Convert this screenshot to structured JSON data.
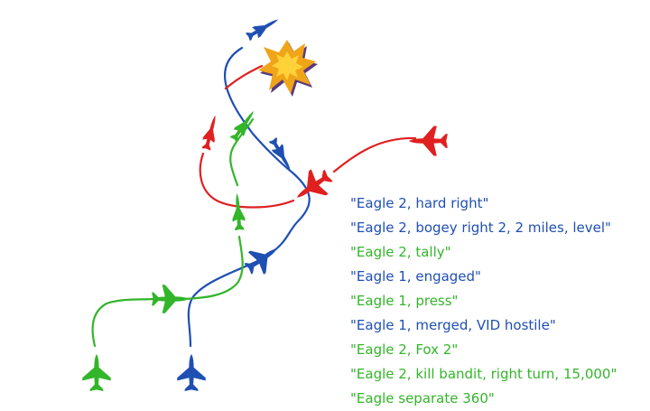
{
  "colors": {
    "blue": "#1f4fb3",
    "green": "#33b52a",
    "red": "#e02020",
    "explosion_outer": "#f0a418",
    "explosion_inner": "#ffd23a",
    "explosion_shadow": "#5a3a7a"
  },
  "aircraft": [
    {
      "id": "eagle-1",
      "color": "blue",
      "icon": "fighter-jet-icon"
    },
    {
      "id": "eagle-2",
      "color": "green",
      "icon": "fighter-jet-icon"
    },
    {
      "id": "bandit",
      "color": "red",
      "icon": "fighter-jet-icon"
    }
  ],
  "calls": [
    {
      "text": "\"Eagle 2, hard right\"",
      "color": "blue"
    },
    {
      "text": "\"Eagle 2, bogey right 2, 2 miles, level\"",
      "color": "blue"
    },
    {
      "text": "\"Eagle 2, tally\"",
      "color": "green"
    },
    {
      "text": "\"Eagle 1, engaged\"",
      "color": "blue"
    },
    {
      "text": "\"Eagle 1, press\"",
      "color": "green"
    },
    {
      "text": "\"Eagle 1, merged, VID hostile\"",
      "color": "blue"
    },
    {
      "text": "\"Eagle 2, Fox 2\"",
      "color": "green"
    },
    {
      "text": "\"Eagle 2, kill bandit, right turn, 15,000\"",
      "color": "green"
    },
    {
      "text": "\"Eagle separate 360\"",
      "color": "green"
    }
  ]
}
